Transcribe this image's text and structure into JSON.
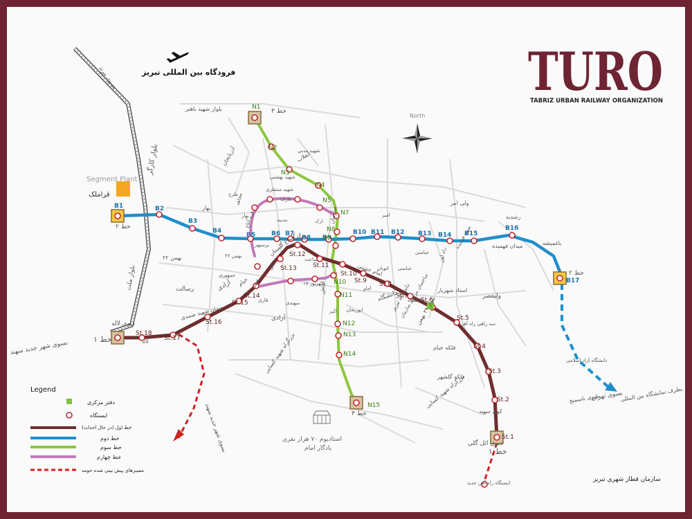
{
  "title": {
    "logo": "TURO",
    "subtitle": "TABRIZ URBAN RAILWAY ORGANIZATION",
    "footer_fa": "سازمان قطار شهری تبریز"
  },
  "colors": {
    "border": "#6e2433",
    "line1": "#6e2e2e",
    "line2": "#1e8fcc",
    "line3": "#8cc63e",
    "line4": "#c07ab8",
    "future": "#d02020",
    "station_ring": "#c0262e",
    "depot_fill": "#d6c3a0",
    "depot_stroke": "#8a6a3a",
    "office": "#7ec13c",
    "segment_plant": "#f5a623",
    "roads": "#d5d5d5",
    "rail": "#555555",
    "label_blue": "#1a72a8",
    "label_green": "#4a9a1a"
  },
  "airport": {
    "icon": "airplane-icon",
    "label": "فرودگاه بین المللی تبریز"
  },
  "north": {
    "icon": "compass-rose-icon",
    "label": "North"
  },
  "segment_plant": {
    "label": "Segment Plant",
    "sub": "قراملک"
  },
  "stadium": {
    "icon": "stadium-icon",
    "label1": "استادیوم ۷۰ هزار نفری",
    "label2": "یادگار امام"
  },
  "legend": {
    "title": "Legend",
    "items": [
      {
        "key": "office",
        "label": "دفتر مرکزی"
      },
      {
        "key": "station",
        "label": "ایستگاه"
      },
      {
        "key": "line1",
        "label": "خط اول (در حال احداث)"
      },
      {
        "key": "line2",
        "label": "خط دوم"
      },
      {
        "key": "line3",
        "label": "خط سوم"
      },
      {
        "key": "line4",
        "label": "خط چهارم"
      },
      {
        "key": "future",
        "label": "مسیرهای پیش بینی شده حومه"
      }
    ]
  },
  "line1": {
    "name": "خط ۱",
    "stations": [
      "St.1",
      "St.2",
      "St.3",
      "St.4",
      "St.5",
      "St.6",
      "St.7",
      "St.8",
      "St.9",
      "St.10",
      "St.11",
      "St.12",
      "St.13",
      "St.14",
      "St.15",
      "St.16",
      "St.17",
      "St.18"
    ]
  },
  "line2": {
    "name": "خط ۲",
    "stations": [
      "B1",
      "B2",
      "B3",
      "B4",
      "B5",
      "B6",
      "B7",
      "B8",
      "B9",
      "B10",
      "B11",
      "B12",
      "B13",
      "B14",
      "B15",
      "B16",
      "B17"
    ]
  },
  "line3": {
    "name": "خط ۳",
    "stations": [
      "N1",
      "N2",
      "N3",
      "N4",
      "N5",
      "N7",
      "N8",
      "N9",
      "N10",
      "N11",
      "N12",
      "N13",
      "N14",
      "N15"
    ]
  },
  "place_labels": [
    "بلوار شهید باهنر",
    "خط ۳",
    "خط ۳",
    "خط ۲",
    "خط ۲",
    "خط ۱",
    "خط ۱",
    "بازار",
    "دیوی لاله",
    "دیوی ائل گلی",
    "میدان شهید صمدی",
    "استاد شهریار",
    "امام خمینی",
    "ولی امر",
    "رشدیه",
    "باغمیشه",
    "میدان فهمیده",
    "عباسی",
    "باغ گلستان",
    "خیام",
    "آزادی",
    "آزادی",
    "۱۷ شهریور",
    "پرسپهر",
    "فلکه خیام",
    "فلکه گلشهر",
    "کوی سهند",
    "دانشگاه تبریز",
    "بلوار ۲۹ بهمن",
    "ساختمان مرکزی سازمان",
    "سه راهی راه آهن",
    "لاله",
    "بسوی شهر جدید سهند",
    "بسوی تهران",
    "بسوی باسمنج",
    "بطرف نمایشگاه بین المللی",
    "دانشگاه آزاد اسلامی",
    "ایستگاه راه آهن جدید",
    "بلوار کارگر",
    "بلوار ملت",
    "بسوی مرند",
    "بزرگراه شهید کسایی",
    "بزرگراه شهید کسایی",
    "بسوی شهر جدید سهند",
    "آذربایجان",
    "انقلاب",
    "بهار",
    "بهار",
    "۲۲ بهمن",
    "۲۲ بهمن",
    "رسالت",
    "عباسی",
    "دانشگاه",
    "دانشگاه",
    "ولیعصر",
    "راه آهن",
    "اتوبان",
    "ارتش",
    "شهید مدنی",
    "سازمان",
    "ساعت",
    "قره آغاج",
    "جمهوری",
    "شهید بهشتی",
    "ارک",
    "قاری",
    "جمالی",
    "عارف",
    "طرح",
    "مجاهد",
    "سهند",
    "سهندی",
    "شهید فهمیده",
    "اکبر",
    "ابوریحان",
    "امام",
    "امیر",
    "مدینه",
    "شهید منتظری"
  ]
}
